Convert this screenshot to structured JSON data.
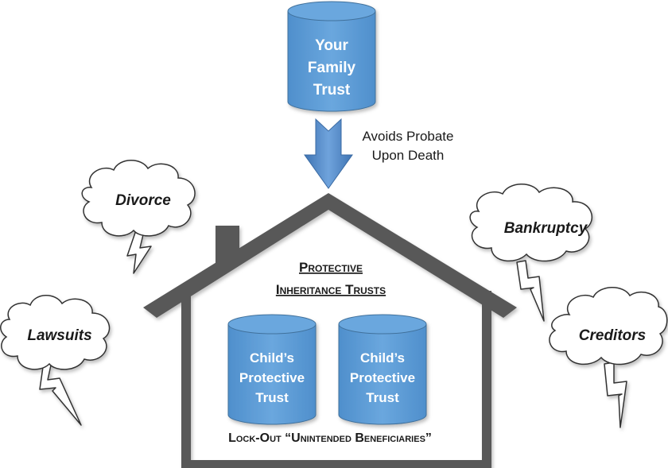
{
  "family_trust": {
    "lines": [
      "Your",
      "Family",
      "Trust"
    ]
  },
  "arrow_note": {
    "lines": [
      "Avoids Probate",
      "Upon Death"
    ]
  },
  "house": {
    "title_lines": [
      "Protective",
      "Inheritance Trusts"
    ],
    "footer": "Lock-Out “Unintended Beneficiaries”"
  },
  "child_trusts": [
    {
      "lines": [
        "Child’s",
        "Protective",
        "Trust"
      ]
    },
    {
      "lines": [
        "Child’s",
        "Protective",
        "Trust"
      ]
    }
  ],
  "threats": [
    {
      "label": "Divorce"
    },
    {
      "label": "Lawsuits"
    },
    {
      "label": "Bankruptcy"
    },
    {
      "label": "Creditors"
    }
  ],
  "colors": {
    "cylinder_fill": "#5b9bd5",
    "cylinder_edge": "#41719c",
    "house_stroke": "#595959",
    "arrow_fill": "#4a7ebb"
  }
}
